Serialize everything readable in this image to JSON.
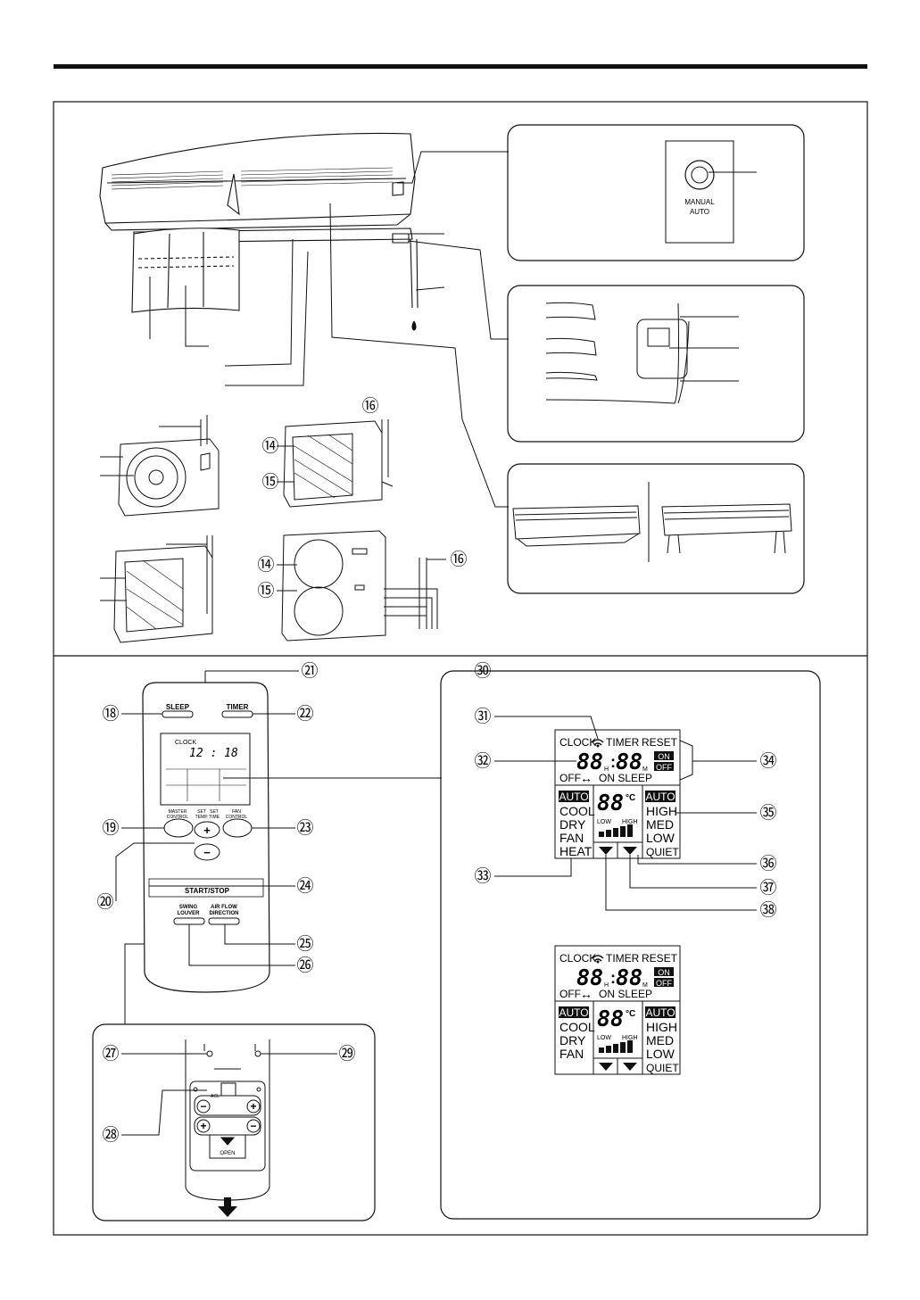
{
  "colors": {
    "ink": "#111111",
    "paper": "#ffffff",
    "lcd_inverse_bg": "#111111",
    "lcd_inverse_fg": "#ffffff"
  },
  "callouts": {
    "n14": "⑭",
    "n15": "⑮",
    "n16": "⑯",
    "n18": "⑱",
    "n19": "⑲",
    "n20": "⑳",
    "n21": "㉑",
    "n22": "㉒",
    "n23": "㉓",
    "n24": "㉔",
    "n25": "㉕",
    "n26": "㉖",
    "n27": "㉗",
    "n28": "㉘",
    "n29": "㉙",
    "n30": "㉚",
    "n31": "㉛",
    "n32": "㉜",
    "n33": "㉝",
    "n34": "㉞",
    "n35": "㉟",
    "n36": "㊱",
    "n37": "㊲",
    "n38": "㊳"
  },
  "manual_panel": {
    "label_line1": "MANUAL",
    "label_line2": "AUTO"
  },
  "remote": {
    "sleep": "SLEEP",
    "timer": "TIMER",
    "clock_label": "CLOCK",
    "clock_value": "12 : 18",
    "master_control": [
      "MASTER",
      "CONTROL"
    ],
    "set_temp": [
      "SET",
      "TEMP."
    ],
    "set_time": [
      "SET",
      "TIME"
    ],
    "fan_control": [
      "FAN",
      "CONTROL"
    ],
    "plus": "+",
    "minus": "−",
    "start_stop": "START/STOP",
    "swing_louver": [
      "SWING",
      "LOUVER"
    ],
    "air_flow_direction": [
      "AIR FLOW",
      "DIRECTION"
    ]
  },
  "battery": {
    "minus": "−",
    "plus": "+",
    "open": "OPEN",
    "acl": "ACL"
  },
  "lcd": {
    "clock": "CLOCK",
    "timer": "TIMER",
    "reset": "RESET",
    "hours": "88",
    "h": "H",
    "colon": ":",
    "minutes": "88",
    "m": "M",
    "on": "ON",
    "off_box": "OFF",
    "off_text": "OFF",
    "arrow": "↔",
    "on_sleep": "ON SLEEP",
    "temp": "88",
    "deg": "°C",
    "low": "LOW",
    "high": "HIGH",
    "modes": [
      "AUTO",
      "COOL",
      "DRY",
      "FAN",
      "HEAT"
    ],
    "fan_speeds": [
      "AUTO",
      "HIGH",
      "MED",
      "LOW",
      "QUIET"
    ]
  },
  "lcd2": {
    "clock": "CLOCK",
    "timer": "TIMER",
    "reset": "RESET",
    "hours": "88",
    "h": "H",
    "colon": ":",
    "minutes": "88",
    "m": "M",
    "on": "ON",
    "off_box": "OFF",
    "off_text": "OFF",
    "arrow": "↔",
    "on_sleep": "ON SLEEP",
    "temp": "88",
    "deg": "°C",
    "low": "LOW",
    "high": "HIGH",
    "modes": [
      "AUTO",
      "COOL",
      "DRY",
      "FAN"
    ],
    "fan_speeds": [
      "AUTO",
      "HIGH",
      "MED",
      "LOW",
      "QUIET"
    ]
  }
}
